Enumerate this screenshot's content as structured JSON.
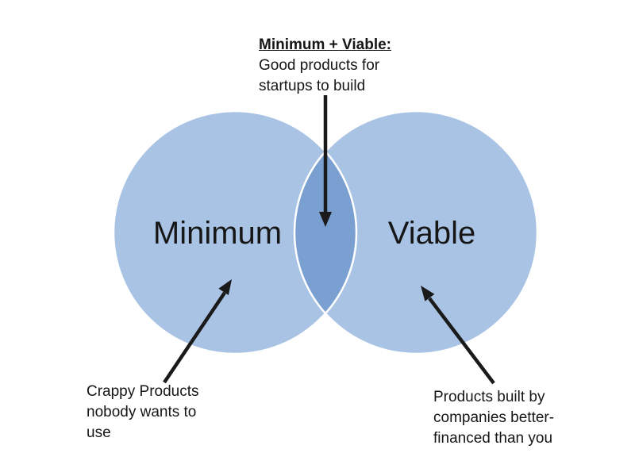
{
  "venn": {
    "left_circle": {
      "label": "Minimum"
    },
    "right_circle": {
      "label": "Viable"
    }
  },
  "annotations": {
    "top": {
      "title": "Minimum + Viable:",
      "lines": [
        "Good products for",
        "startups to build"
      ]
    },
    "bottom_left": {
      "lines": [
        "Crappy Products",
        "nobody wants to",
        "use"
      ]
    },
    "bottom_right": {
      "lines": [
        "Products built by",
        "companies better-",
        "financed than you"
      ]
    }
  },
  "colors": {
    "circle_fill": "#A9C3E4",
    "overlap_fill": "#7AA0D1",
    "circle_stroke": "#FFFFFF",
    "arrow": "#1A1A1A",
    "text": "#161616",
    "background": "#FFFFFF"
  }
}
